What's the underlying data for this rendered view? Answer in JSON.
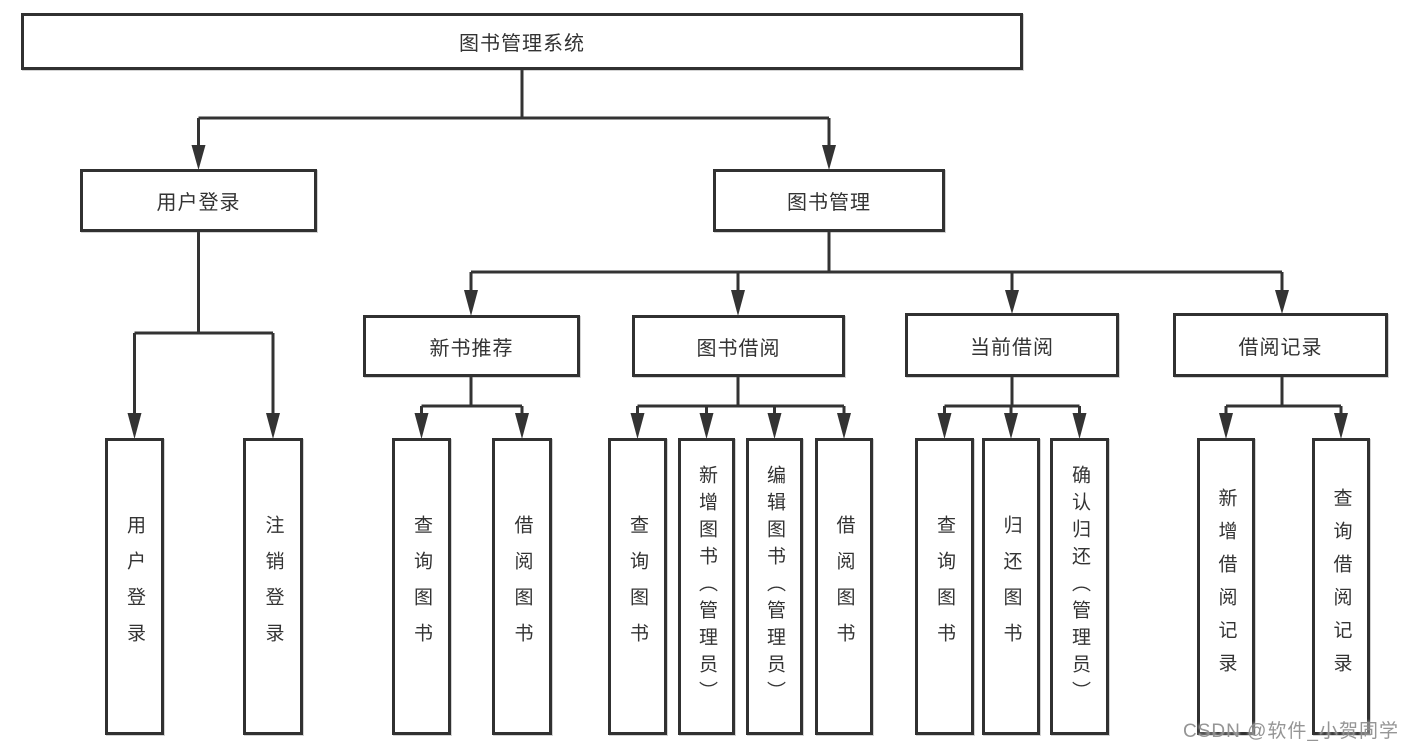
{
  "diagram": {
    "type": "hierarchy-flowchart",
    "root": {
      "label": "图书管理系统",
      "children": [
        {
          "label": "用户登录",
          "children": [
            {
              "label": "用户登录"
            },
            {
              "label": "注销登录"
            }
          ]
        },
        {
          "label": "图书管理",
          "children": [
            {
              "label": "新书推荐",
              "children": [
                {
                  "label": "查询图书"
                },
                {
                  "label": "借阅图书"
                }
              ]
            },
            {
              "label": "图书借阅",
              "children": [
                {
                  "label": "查询图书"
                },
                {
                  "label": "新增图书（管理员）"
                },
                {
                  "label": "编辑图书（管理员）"
                },
                {
                  "label": "借阅图书"
                }
              ]
            },
            {
              "label": "当前借阅",
              "children": [
                {
                  "label": "查询图书"
                },
                {
                  "label": "归还图书"
                },
                {
                  "label": "确认归还（管理员）"
                }
              ]
            },
            {
              "label": "借阅记录",
              "children": [
                {
                  "label": "新增借阅记录"
                },
                {
                  "label": "查询借阅记录"
                }
              ]
            }
          ]
        }
      ]
    }
  },
  "nodes": {
    "root": "图书管理系统",
    "user_login": "用户登录",
    "book_mgmt": "图书管理",
    "new_book_rec": "新书推荐",
    "book_borrow": "图书借阅",
    "current_borrow": "当前借阅",
    "borrow_record": "借阅记录",
    "leaf_user_login": "用户登录",
    "leaf_logout": "注销登录",
    "leaf_query_book_rec": "查询图书",
    "leaf_borrow_book_rec": "借阅图书",
    "leaf_query_book_borrow": "查询图书",
    "leaf_add_book": "新增图书（管理员）",
    "leaf_edit_book": "编辑图书（管理员）",
    "leaf_borrow_book": "借阅图书",
    "leaf_query_book_current": "查询图书",
    "leaf_return_book": "归还图书",
    "leaf_confirm_return": "确认归还（管理员）",
    "leaf_add_borrow_record": "新增借阅记录",
    "leaf_query_borrow_record": "查询借阅记录"
  },
  "watermark": {
    "text": "CSDN @软件_小贺同学"
  },
  "colors": {
    "line": "#333333",
    "box_border": "#313131",
    "text": "#333333",
    "background": "#ffffff",
    "watermark": "#8c8c8c"
  }
}
